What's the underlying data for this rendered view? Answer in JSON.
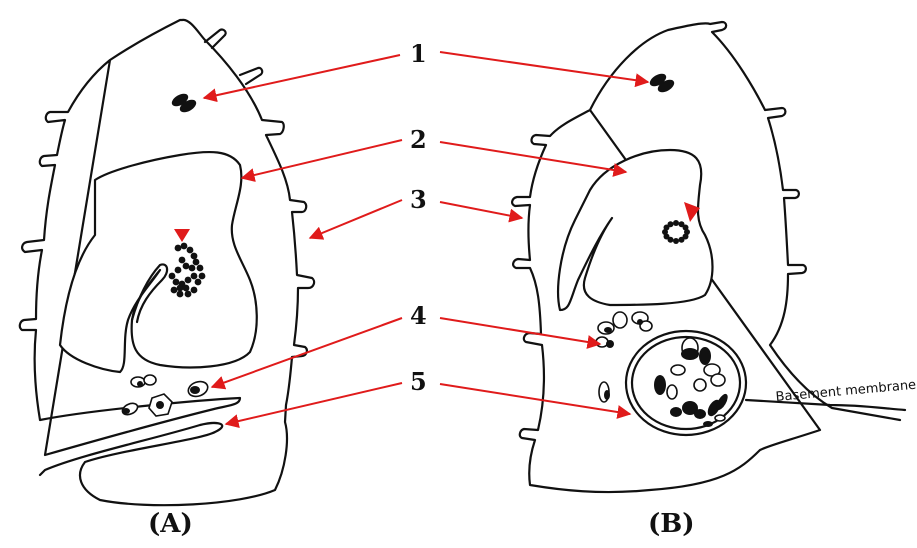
{
  "numbers": [
    "1",
    "2",
    "3",
    "4",
    "5"
  ],
  "panel_a_label": "(A)",
  "panel_b_label": "(B)",
  "basement_membrane_label": "Basement membrane",
  "colors": {
    "arrow": "#e01b1b",
    "marker": "#e01b1b",
    "ink": "#111111"
  }
}
